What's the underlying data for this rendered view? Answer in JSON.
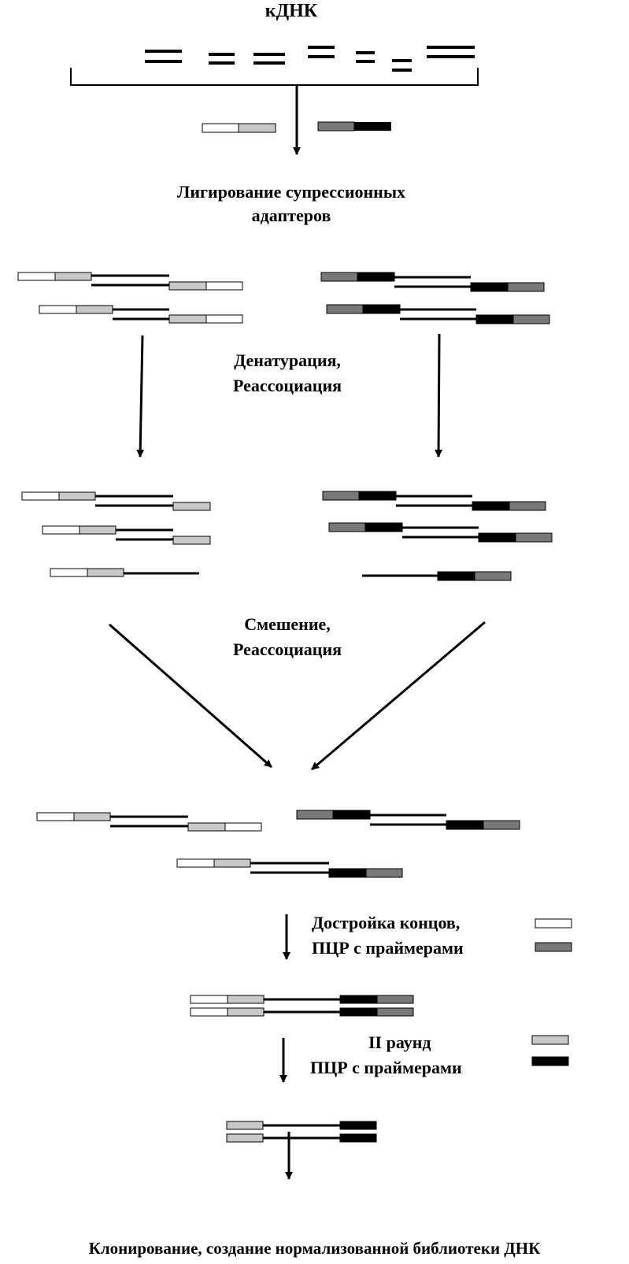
{
  "title": "кДНК",
  "steps": {
    "ligation": [
      "Лигирование супрессионных",
      "адаптеров"
    ],
    "denature": [
      "Денатурация,",
      "Реассоциация"
    ],
    "mixing": [
      "Смешение,",
      "Реассоциация"
    ],
    "fill_in": [
      "Достройка концов,",
      "ПЦР с праймерами"
    ],
    "round2": [
      "II раунд",
      "ПЦР с праймерами"
    ],
    "final": "Клонирование, создание нормализованной библиотеки ДНК"
  },
  "colors": {
    "adapter_white": "#ffffff",
    "adapter_light_gray": "#c8c8c8",
    "adapter_dark_gray": "#787878",
    "adapter_black": "#000000",
    "dna_line": "#000000"
  }
}
